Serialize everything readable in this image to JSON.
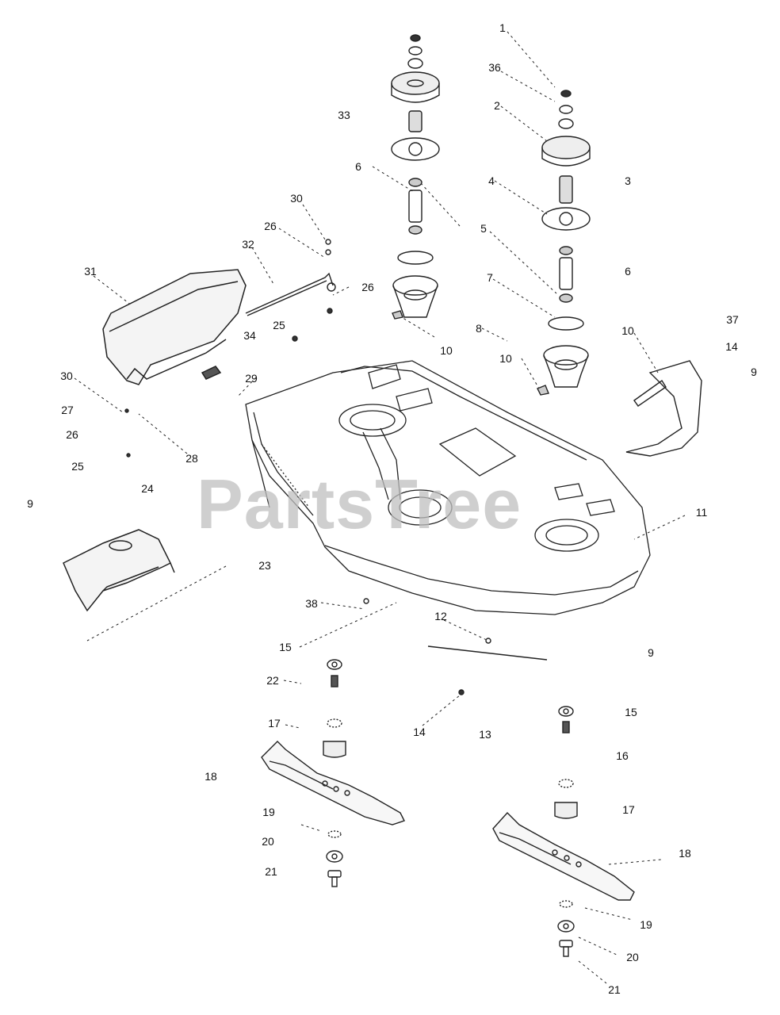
{
  "watermark": "PartsTree",
  "callouts": [
    "1",
    "36",
    "2",
    "33",
    "3",
    "4",
    "6",
    "5",
    "6",
    "30",
    "26",
    "32",
    "7",
    "26",
    "31",
    "25",
    "34",
    "8",
    "10",
    "10",
    "10",
    "37",
    "14",
    "9",
    "30",
    "29",
    "27",
    "26",
    "28",
    "25",
    "24",
    "9",
    "11",
    "23",
    "38",
    "12",
    "9",
    "15",
    "22",
    "14",
    "13",
    "15",
    "17",
    "16",
    "18",
    "17",
    "19",
    "20",
    "21",
    "18",
    "19",
    "20",
    "21"
  ]
}
